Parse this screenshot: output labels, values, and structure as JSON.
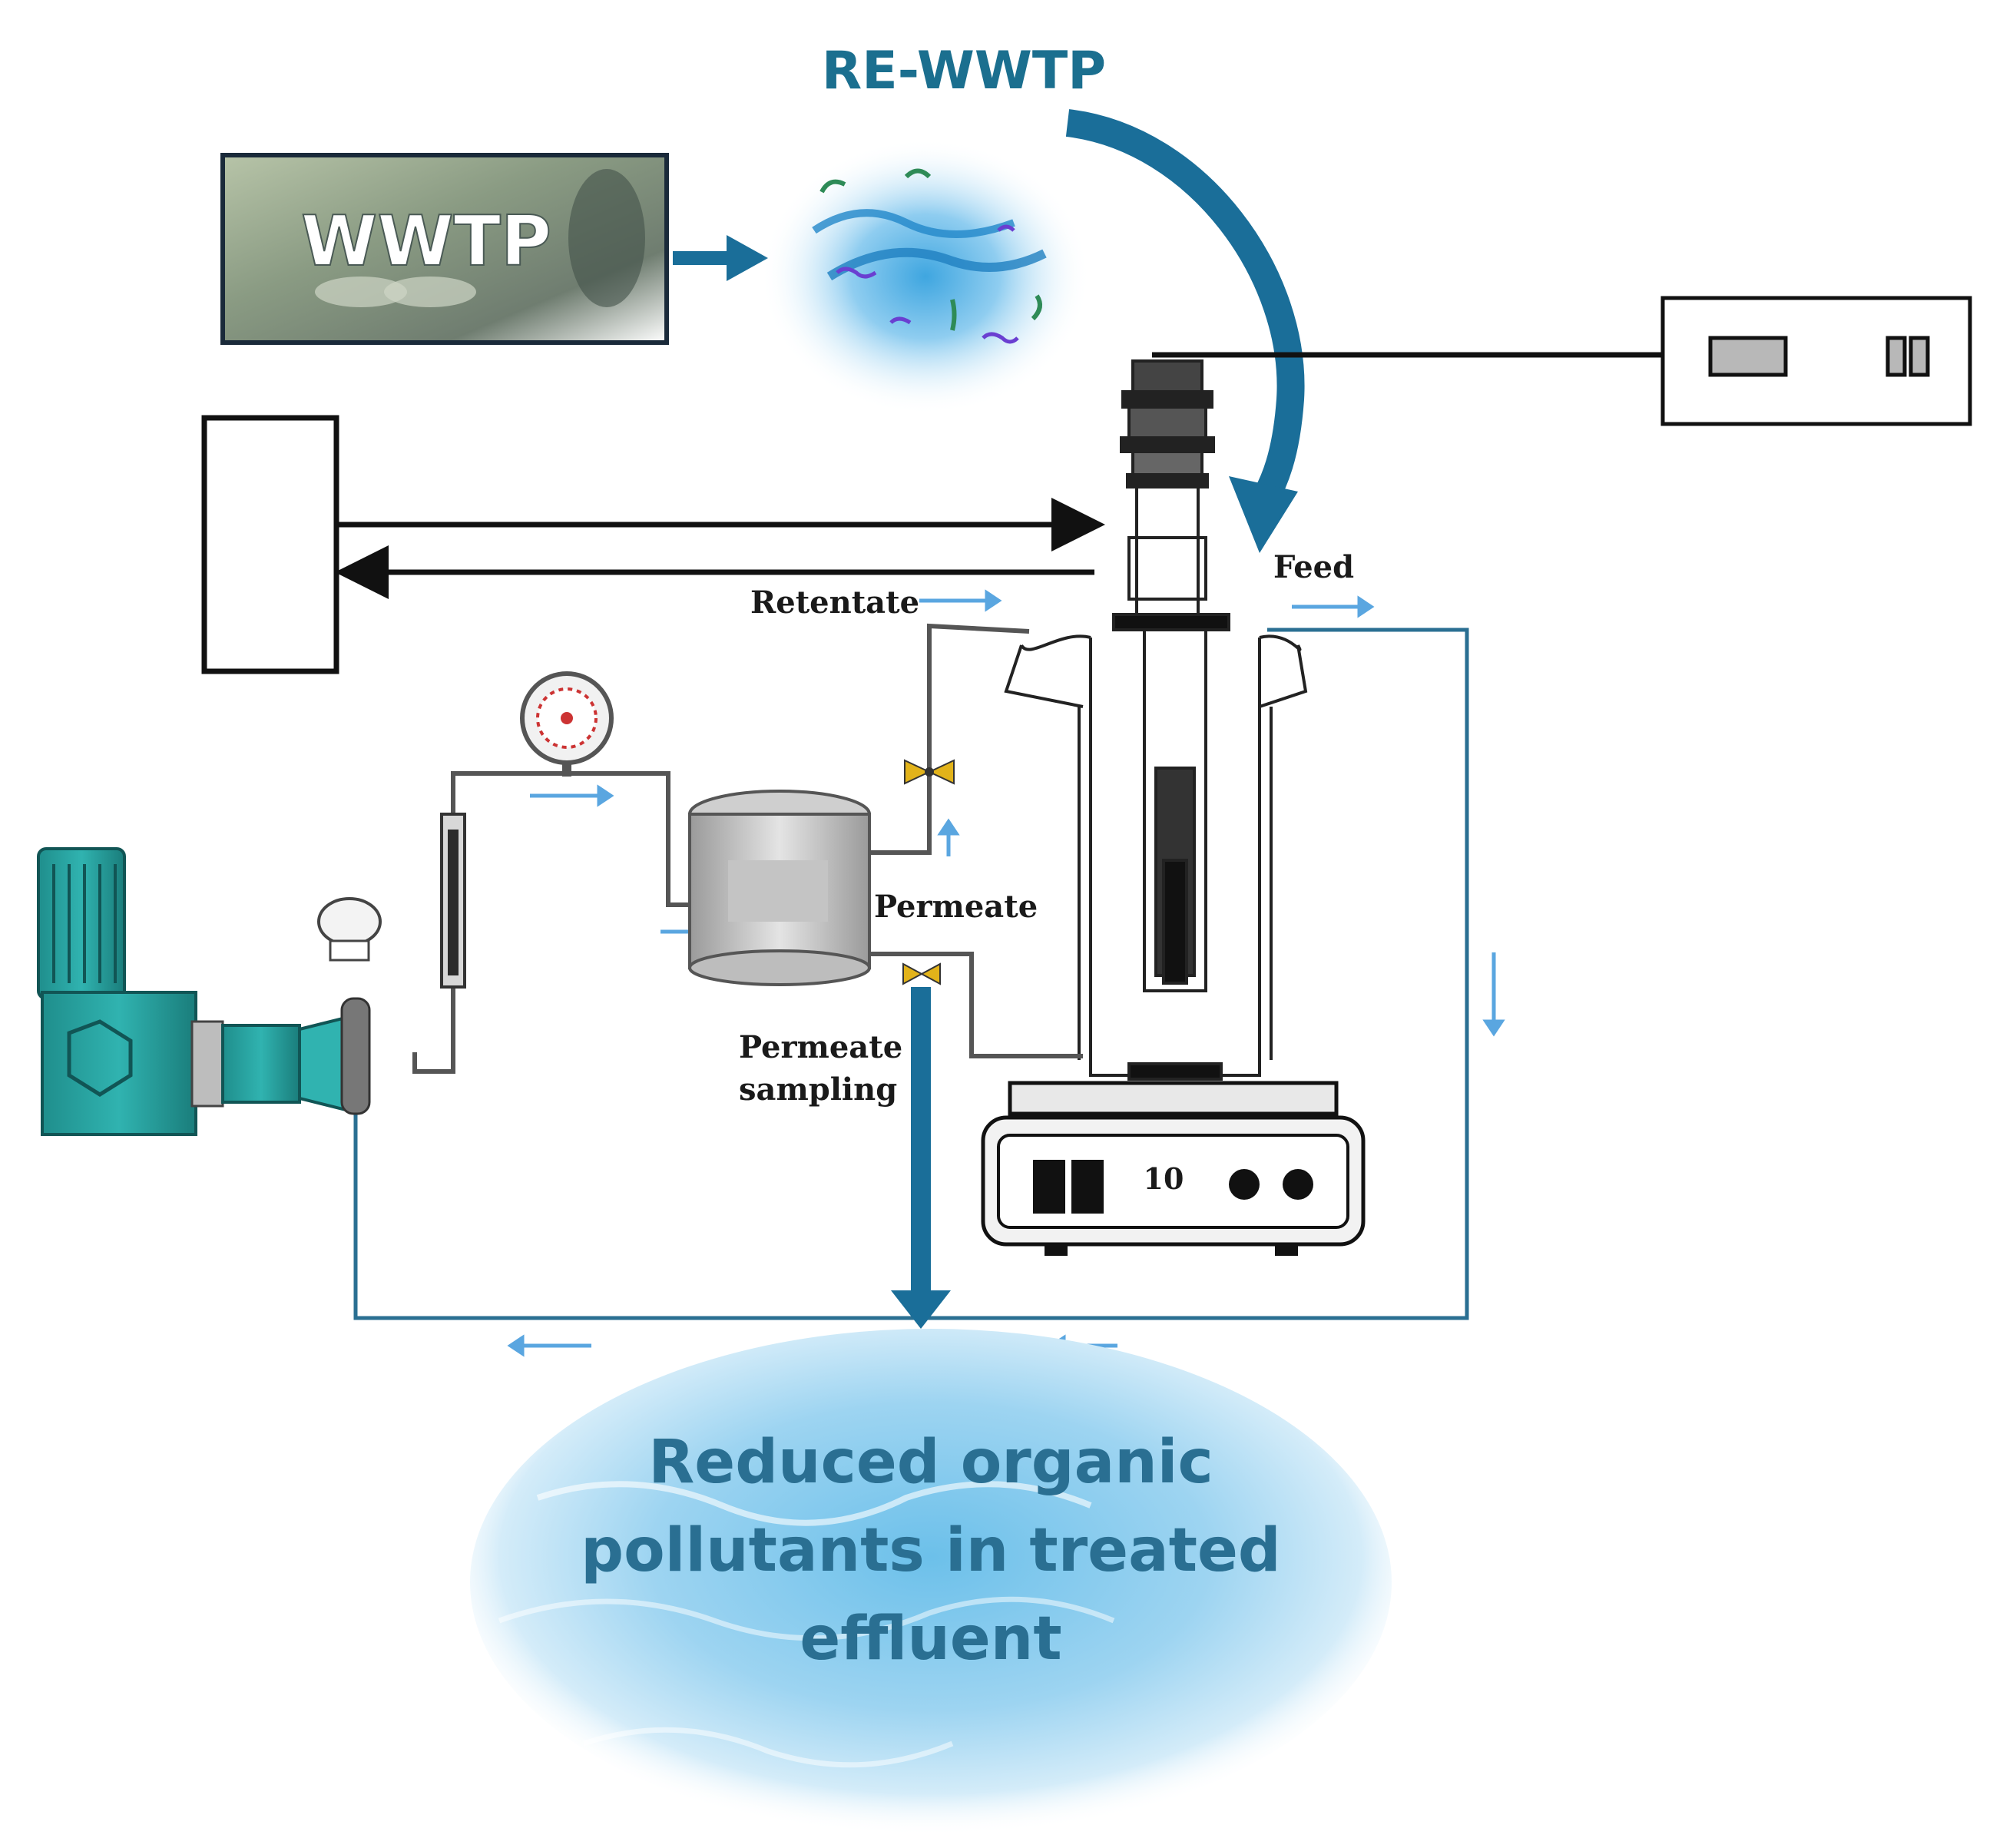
{
  "title": "RE-WWTP",
  "wwtp_box": {
    "label": "WWTP"
  },
  "labels": {
    "feed": "Feed",
    "retentate": "Retentate",
    "permeate": "Permeate",
    "permeate_sampling_line1": "Permeate",
    "permeate_sampling_line2": "sampling",
    "stirrer_display": "10"
  },
  "effluent": {
    "line1": "Reduced organic",
    "line2": "pollutants in treated",
    "line3": "effluent"
  },
  "colors": {
    "flow_line": "#2a6f92",
    "flow_arrow": "#5aa6e0",
    "big_arrow": "#1a6e99",
    "title": "#1b6f8f",
    "pump": "#1f9c9a"
  },
  "icons": [
    "pressure-gauge-icon",
    "flowmeter-icon",
    "pump-motor-icon",
    "valve-icon",
    "membrane-module-icon",
    "reactor-vessel-icon",
    "magnetic-stirrer-icon",
    "power-supply-icon",
    "chiller-box-icon"
  ]
}
